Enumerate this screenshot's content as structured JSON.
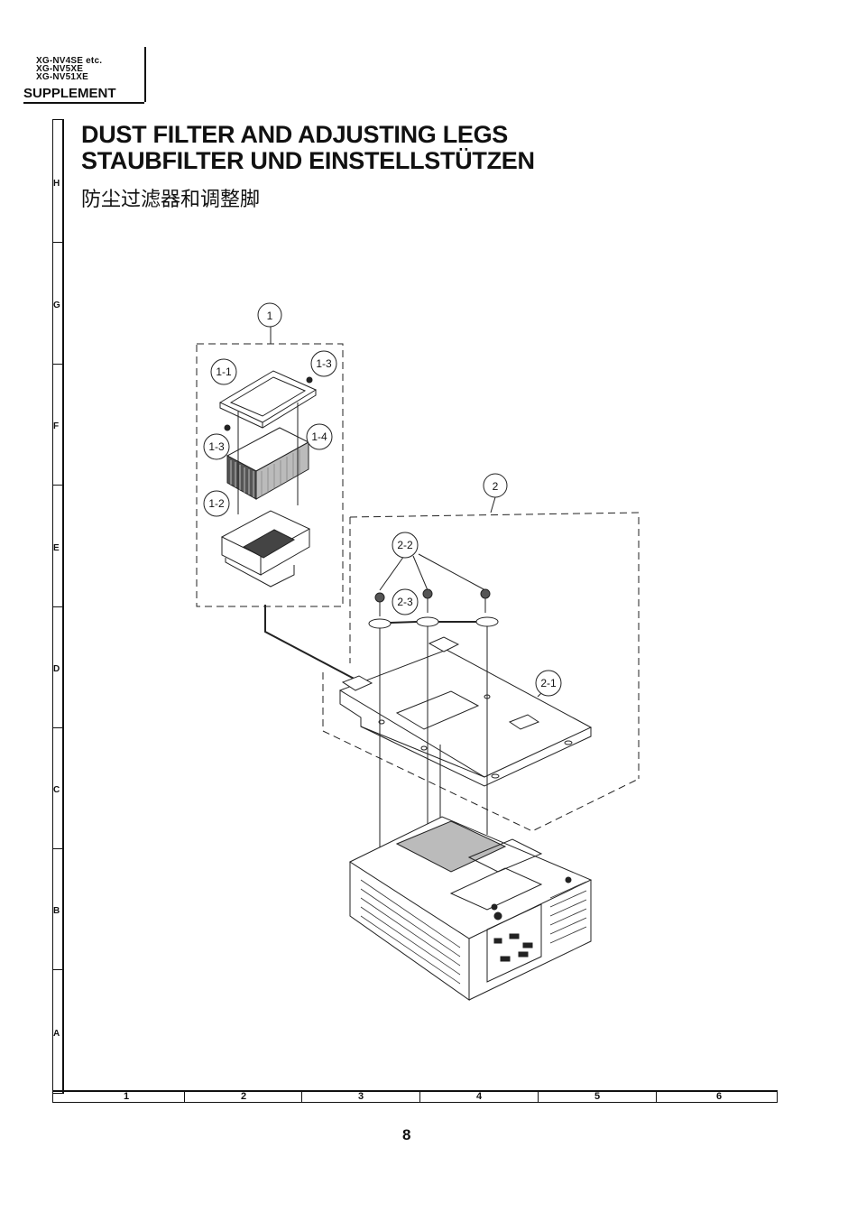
{
  "header": {
    "models": [
      "XG-NV4SE etc.",
      "XG-NV5XE",
      "XG-NV51XE"
    ],
    "section": "SUPPLEMENT"
  },
  "title": {
    "en": "DUST FILTER AND ADJUSTING LEGS",
    "de": "STAUBFILTER UND EINSTELLSTÜTZEN",
    "zh": "防尘过滤器和调整脚"
  },
  "grid": {
    "rows": [
      "H",
      "G",
      "F",
      "E",
      "D",
      "C",
      "B",
      "A"
    ],
    "columns": [
      "1",
      "2",
      "3",
      "4",
      "5",
      "6"
    ]
  },
  "parts": {
    "p1": "1",
    "p1_1": "1-1",
    "p1_2": "1-2",
    "p1_3a": "1-3",
    "p1_3b": "1-3",
    "p1_4": "1-4",
    "p2": "2",
    "p2_1": "2-1",
    "p2_2": "2-2",
    "p2_3": "2-3"
  },
  "page_number": "8"
}
